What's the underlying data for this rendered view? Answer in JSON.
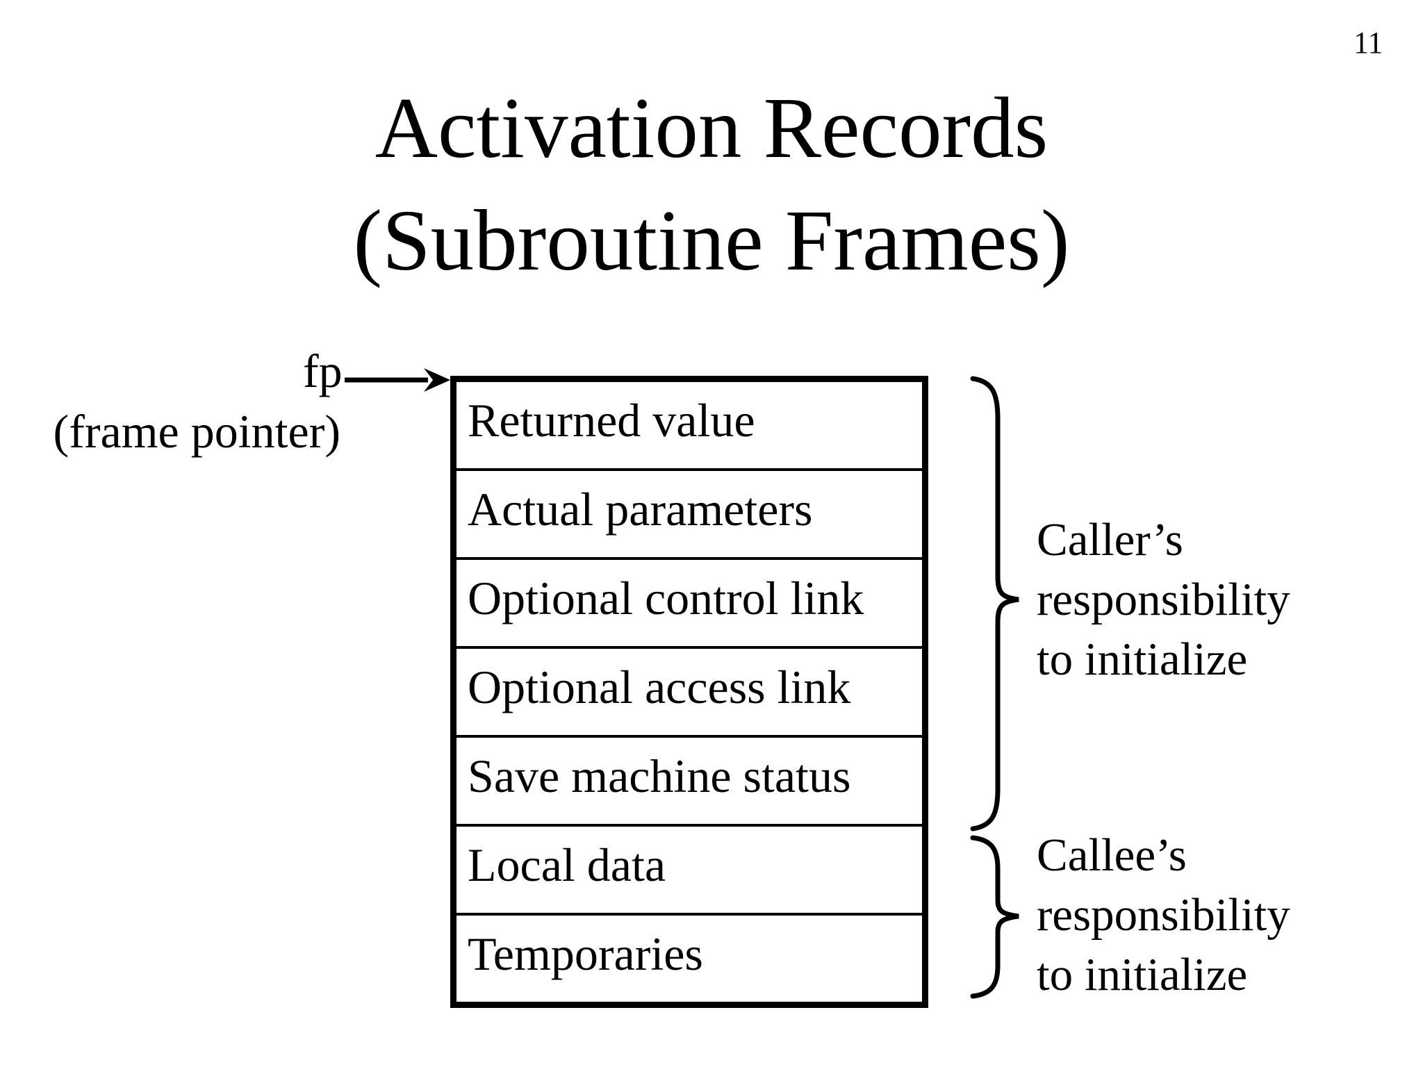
{
  "slide": {
    "page_number": "11",
    "title_line1": "Activation Records",
    "title_line2": "(Subroutine Frames)"
  },
  "pointer": {
    "fp_label": "fp",
    "frame_pointer_label": "(frame pointer)"
  },
  "frame": {
    "rows": [
      "Returned value",
      "Actual parameters",
      "Optional control link",
      "Optional access link",
      "Save machine status",
      "Local data",
      "Temporaries"
    ]
  },
  "annotations": {
    "caller": {
      "line1": "Caller’s",
      "line2": "responsibility",
      "line3": "to initialize"
    },
    "callee": {
      "line1": "Callee’s",
      "line2": "responsibility",
      "line3": "to initialize"
    }
  },
  "icons": {
    "fp_arrow": "right-arrow",
    "caller_brace": "right-curly-brace",
    "callee_brace": "right-curly-brace"
  },
  "colors": {
    "background": "#ffffff",
    "text": "#000000"
  }
}
